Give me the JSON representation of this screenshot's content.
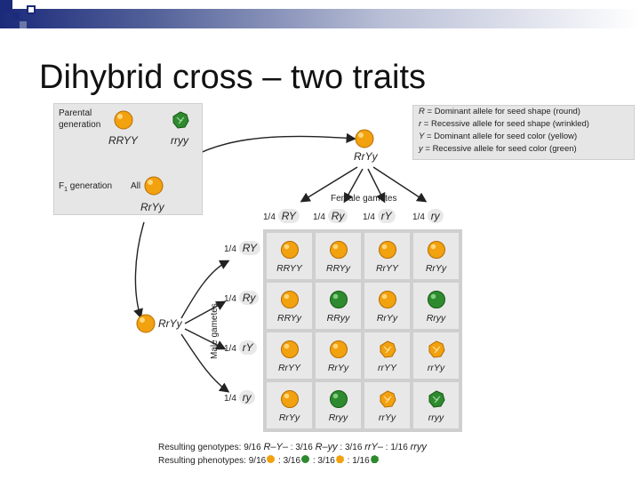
{
  "slide": {
    "title": "Dihybrid cross – two traits"
  },
  "parental": {
    "label_line1": "Parental",
    "label_line2": "generation",
    "p1_genotype": "RRYY",
    "p2_genotype": "rryy",
    "f1_label": "F",
    "f1_sub": "1",
    "f1_label_rest": " generation",
    "f1_all": "All",
    "f1_genotype": "RrYy"
  },
  "legend": [
    {
      "symbol": "R",
      "text": " = Dominant allele for seed shape (round)"
    },
    {
      "symbol": "r",
      "text": " = Recessive allele for seed shape (wrinkled)"
    },
    {
      "symbol": "Y",
      "text": " = Dominant allele for seed color (yellow)"
    },
    {
      "symbol": "y",
      "text": " = Recessive allele for seed color (green)"
    }
  ],
  "female": {
    "parent_genotype": "RrYy",
    "gametes_label": "Female gametes"
  },
  "male": {
    "parent_genotype": "RrYy",
    "gametes_label": "Male gametes"
  },
  "female_gametes": [
    {
      "fraction": "1/4",
      "allele": "RY"
    },
    {
      "fraction": "1/4",
      "allele": "Ry"
    },
    {
      "fraction": "1/4",
      "allele": "rY"
    },
    {
      "fraction": "1/4",
      "allele": "ry"
    }
  ],
  "male_gametes": [
    {
      "fraction": "1/4",
      "allele": "RY"
    },
    {
      "fraction": "1/4",
      "allele": "Ry"
    },
    {
      "fraction": "1/4",
      "allele": "rY"
    },
    {
      "fraction": "1/4",
      "allele": "ry"
    }
  ],
  "punnett": [
    [
      {
        "g": "RRYY",
        "p": "round-yellow"
      },
      {
        "g": "RRYy",
        "p": "round-yellow"
      },
      {
        "g": "RrYY",
        "p": "round-yellow"
      },
      {
        "g": "RrYy",
        "p": "round-yellow"
      }
    ],
    [
      {
        "g": "RRYy",
        "p": "round-yellow"
      },
      {
        "g": "RRyy",
        "p": "round-green"
      },
      {
        "g": "RrYy",
        "p": "round-yellow"
      },
      {
        "g": "Rryy",
        "p": "round-green"
      }
    ],
    [
      {
        "g": "RrYY",
        "p": "round-yellow"
      },
      {
        "g": "RrYy",
        "p": "round-yellow"
      },
      {
        "g": "rrYY",
        "p": "wrinkled-yellow"
      },
      {
        "g": "rrYy",
        "p": "wrinkled-yellow"
      }
    ],
    [
      {
        "g": "RrYy",
        "p": "round-yellow"
      },
      {
        "g": "Rryy",
        "p": "round-green"
      },
      {
        "g": "rrYy",
        "p": "wrinkled-yellow"
      },
      {
        "g": "rryy",
        "p": "wrinkled-green"
      }
    ]
  ],
  "results": {
    "genotypes_label": "Resulting genotypes:",
    "g1_frac": "9/16",
    "g1": "R–Y–",
    "g2_frac": "3/16",
    "g2": "R–yy",
    "g3_frac": "3/16",
    "g3": "rrY–",
    "g4_frac": "1/16",
    "g4": "rryy",
    "phenotypes_label": "Resulting phenotypes:",
    "p1_frac": "9/16",
    "p2_frac": "3/16",
    "p3_frac": "3/16",
    "p4_frac": "1/16",
    "separator": ":"
  },
  "colors": {
    "yellow": "#f2a10f",
    "green": "#2e8a2e",
    "grid_bg": "#e8e8e8",
    "grid_border": "#cfcfcf"
  }
}
